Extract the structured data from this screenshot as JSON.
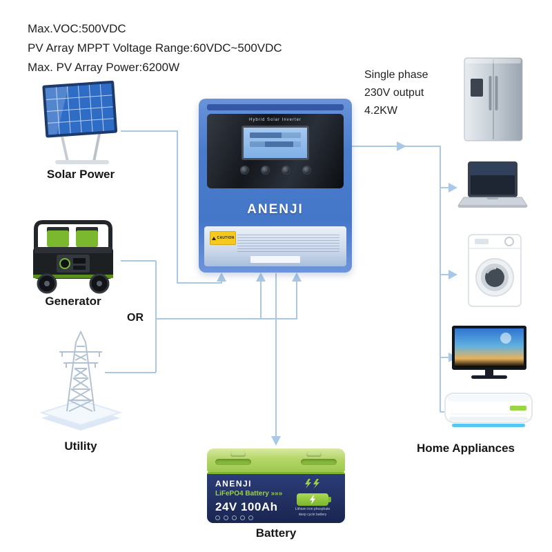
{
  "specs": {
    "line1": "Max.VOC:500VDC",
    "line2": "PV Array MPPT Voltage Range:60VDC~500VDC",
    "line3": "Max. PV Array Power:6200W"
  },
  "output": {
    "line1": "Single phase",
    "line2": "230V output",
    "line3": "4.2KW"
  },
  "labels": {
    "solar": "Solar Power",
    "generator": "Generator",
    "or": "OR",
    "utility": "Utility",
    "home_appliances": "Home Appliances",
    "battery": "Battery"
  },
  "inverter": {
    "brand": "ANENJI",
    "display_title": "Hybrid Solar Inverter",
    "caution": "CAUTION"
  },
  "battery_unit": {
    "brand": "ANENJI",
    "type": "LiFePO4 Battery",
    "type_arrows": "»»»",
    "capacity": "24V 100Ah",
    "note1": "Lithium iron phosphate",
    "note2": "deep cycle battery"
  },
  "colors": {
    "connection_line": "#a9c7e7",
    "inverter_blue": "#4a7ccc",
    "battery_green": "#8bc540",
    "battery_navy": "#223061"
  }
}
